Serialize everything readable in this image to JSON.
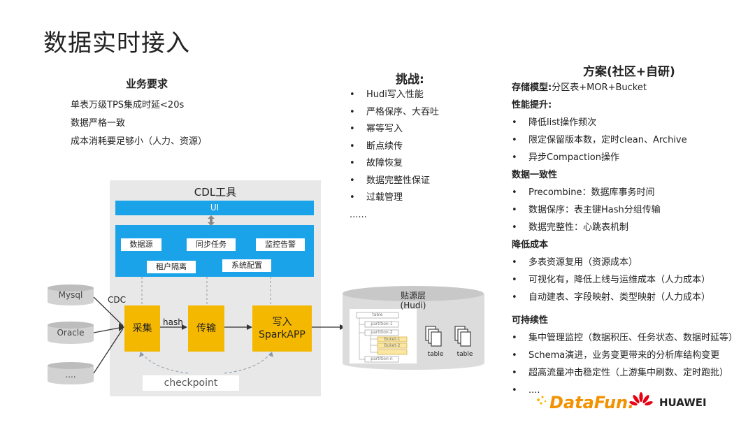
{
  "title": "数据实时接入",
  "requirements": {
    "heading": "业务要求",
    "items": [
      "单表万级TPS集成时延<20s",
      "数据严格一致",
      "成本消耗要足够小（人力、资源）"
    ]
  },
  "challenges": {
    "heading": "挑战:",
    "items": [
      "Hudi写入性能",
      "严格保序、大吞吐",
      "幂等写入",
      "断点续传",
      "故障恢复",
      "数据完整性保证",
      "过载管理"
    ],
    "more": "......"
  },
  "plan": {
    "heading": "方案(社区+自研)",
    "storage_label": "存储模型:",
    "storage_text": "分区表+MOR+Bucket",
    "perf_heading": "性能提升:",
    "perf_items": [
      "降低list操作频次",
      "限定保留版本数，定时clean、Archive",
      "异步Compaction操作"
    ],
    "consistency_heading": "数据一致性",
    "consistency_items": [
      "Precombine：数据库事务时间",
      "数据保序：表主键Hash分组传输",
      "数据完整性：心跳表机制"
    ],
    "cost_heading": "降低成本",
    "cost_items": [
      "多表资源复用（资源成本）",
      "可视化有，降低上线与运维成本（人力成本）",
      "自动建表、字段映射、类型映射（人力成本）"
    ],
    "sustain_heading": "可持续性",
    "sustain_items": [
      "集中管理监控（数据积压、任务状态、数据时延等）",
      "Schema演进，业务变更带来的分析库结构变更",
      "超高流量冲击稳定性（上游集中刷数、定时跑批）",
      "...."
    ]
  },
  "diagram": {
    "cdl_title": "CDL工具",
    "ui_label": "UI",
    "modules": [
      "数据源",
      "同步任务",
      "监控告警",
      "租户隔离",
      "系统配置"
    ],
    "sources": [
      "Mysql",
      "Oracle",
      "...."
    ],
    "cdc_label": "CDC",
    "collect_label": "采集",
    "hash_label": "hash",
    "transfer_label": "传输",
    "write_label_1": "写入",
    "write_label_2": "SparkAPP",
    "checkpoint_label": "checkpoint",
    "lake_label_1": "贴源层",
    "lake_label_2": "(Hudi)",
    "tree_nodes": [
      "table",
      "partition-1",
      "partition-2",
      "Buket-1",
      "Buket-2",
      "partition-n"
    ],
    "table_labels": [
      "table",
      "table"
    ]
  },
  "colors": {
    "blue": "#1aa3e8",
    "yellow": "#f5b800",
    "gray_panel": "#e8e8e8",
    "brand_orange": "#f29200",
    "huawei_red": "#e60012"
  },
  "logos": {
    "datafun": "DataFun.",
    "huawei": "HUAWEI"
  }
}
